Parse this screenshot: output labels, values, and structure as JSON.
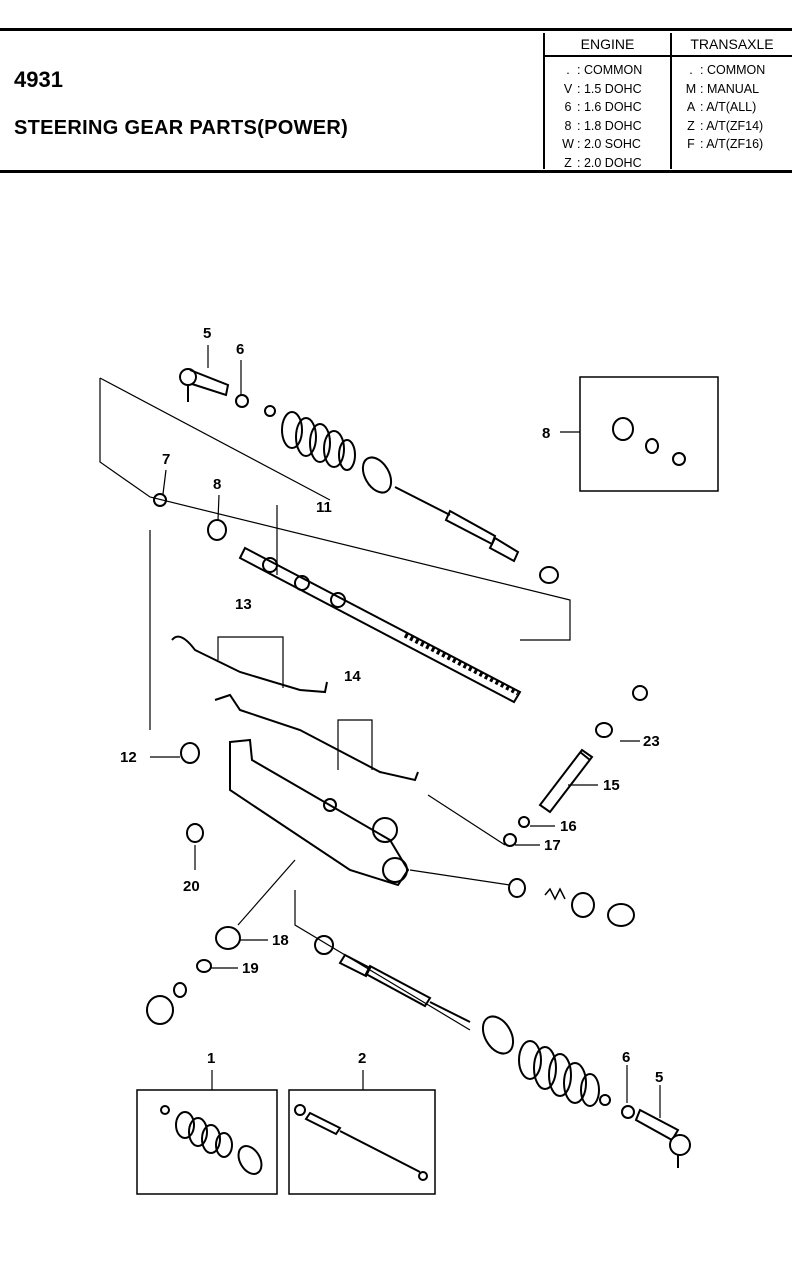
{
  "header": {
    "catalog_number": "4931",
    "title": "STEERING GEAR PARTS(POWER)"
  },
  "engine_table": {
    "heading": "ENGINE",
    "rows": [
      {
        "code": ".",
        "desc": ": COMMON"
      },
      {
        "code": "V",
        "desc": ": 1.5 DOHC"
      },
      {
        "code": "6",
        "desc": ": 1.6 DOHC"
      },
      {
        "code": "8",
        "desc": ": 1.8 DOHC"
      },
      {
        "code": "W",
        "desc": ": 2.0 SOHC"
      },
      {
        "code": "Z",
        "desc": ": 2.0 DOHC"
      }
    ]
  },
  "transaxle_table": {
    "heading": "TRANSAXLE",
    "rows": [
      {
        "code": ".",
        "desc": ": COMMON"
      },
      {
        "code": "M",
        "desc": ": MANUAL"
      },
      {
        "code": "A",
        "desc": ": A/T(ALL)"
      },
      {
        "code": "Z",
        "desc": ": A/T(ZF14)"
      },
      {
        "code": "F",
        "desc": ": A/T(ZF16)"
      }
    ]
  },
  "callouts": {
    "c5a": "5",
    "c6a": "6",
    "c7": "7",
    "c8a": "8",
    "c8b": "8",
    "c11": "11",
    "c13": "13",
    "c14": "14",
    "c12": "12",
    "c23": "23",
    "c15": "15",
    "c16": "16",
    "c17": "17",
    "c20": "20",
    "c18": "18",
    "c19": "19",
    "c1": "1",
    "c2": "2",
    "c6b": "6",
    "c5b": "5"
  }
}
